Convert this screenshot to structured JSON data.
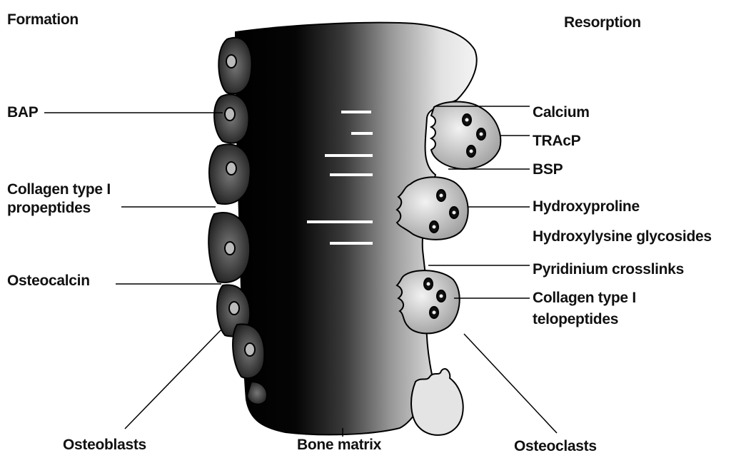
{
  "headers": {
    "formation": "Formation",
    "resorption": "Resorption"
  },
  "left_labels": {
    "bap": "BAP",
    "collagen_propeptides_line1": "Collagen type I",
    "collagen_propeptides_line2": "propeptides",
    "osteocalcin": "Osteocalcin"
  },
  "right_labels": {
    "calcium": "Calcium",
    "tracp": "TRAcP",
    "bsp": "BSP",
    "hydroxyproline": "Hydroxyproline",
    "hydroxylysine": "Hydroxylysine glycosides",
    "pyridinium": "Pyridinium crosslinks",
    "telopeptides_line1": "Collagen type I",
    "telopeptides_line2": "telopeptides"
  },
  "bottom_labels": {
    "osteoblasts": "Osteoblasts",
    "bone_matrix": "Bone matrix",
    "osteoclasts": "Osteoclasts"
  }
}
